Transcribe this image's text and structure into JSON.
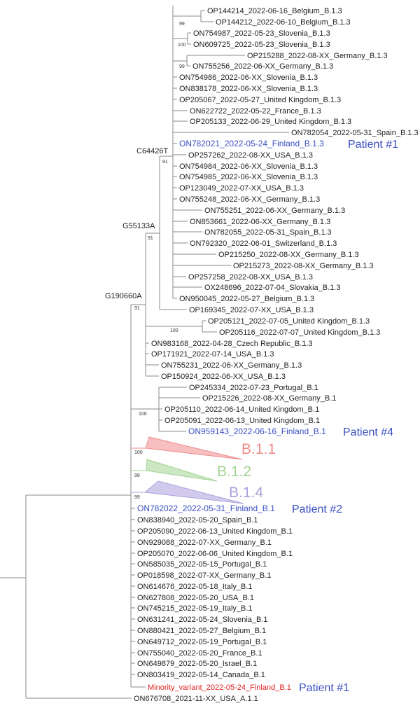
{
  "leaves": [
    "OP144214_2022-06-16_Belgium_B.1.3",
    "OP144212_2022-06-10_Belgium_B.1.3",
    "ON754987_2022-05-23_Slovenia_B.1.3",
    "ON609725_2022-05-23_Slovenia_B.1.3",
    "OP215288_2022-08-XX_Germany_B.1.3",
    "ON755256_2022-06-XX_Germany_B.1.3",
    "ON754986_2022-06-XX_Slovenia_B.1.3",
    "ON838178_2022-06-XX_Slovenia_B.1.3",
    "OP205067_2022-05-27_United Kingdom_B.1.3",
    "ON622722_2022-05-22_France_B.1.3",
    "OP205133_2022-06-29_United Kingdom_B.1.3",
    "ON782054_2022-05-31_Spain_B.1.3",
    "ON782021_2022-05-24_Finland_B.1.3",
    "OP257262_2022-08-XX_USA_B.1.3",
    "ON754984_2022-06-XX_Slovenia_B.1.3",
    "ON754985_2022-06-XX_Slovenia_B.1.3",
    "OP123049_2022-07-XX_USA_B.1.3",
    "ON755248_2022-06-XX_Germany_B.1.3",
    "ON755251_2022-06-XX_Germany_B.1.3",
    "ON853661_2022-06-XX_Germany_B.1.3",
    "ON782055_2022-05-31_Spain_B.1.3",
    "ON792320_2022-06-01_Switzerland_B.1.3",
    "OP215250_2022-08-XX_Germany_B.1.3",
    "OP215273_2022-08-XX_Germany_B.1.3",
    "OP257258_2022-08-XX_USA_B.1.3",
    "OX248696_2022-07-04_Slovakia_B.1.3",
    "ON950045_2022-05-27_Belgium_B.1.3",
    "OP169345_2022-07-XX_USA_B.1.3",
    "OP205121_2022-07-05_United Kingdom_B.1.3",
    "OP205116_2022-07-07_United Kingdom_B.1.3",
    "ON983168_2022-04-28_Czech Republic_B.1.3",
    "OP171921_2022-07-14_USA_B.1.3",
    "ON755231_2022-06-XX_Germany_B.1.3",
    "OP150924_2022-06-XX_USA_B.1.3",
    "OP245334_2022-07-23_Portugal_B.1",
    "OP215226_2022-08-XX_Germany_B.1",
    "OP205110_2022-06-14_United Kingdom_B.1",
    "OP205091_2022-06-13_United Kingdom_B.1",
    "ON959143_2022-06-16_Finland_B.1",
    "ON782022_2022-05-31_Finland_B.1",
    "ON838940_2022-05-20_Spain_B.1",
    "OP205090_2022-06-13_United Kingdom_B.1",
    "ON929088_2022-07-XX_Germany_B.1",
    "OP205070_2022-06-06_United Kingdom_B.1",
    "ON585035_2022-05-15_Portugal_B.1",
    "OP018598_2022-07-XX_Germany_B.1",
    "ON614676_2022-05-18_Italy_B.1",
    "ON627808_2022-05-20_USA_B.1",
    "ON745215_2022-05-19_Italy_B.1",
    "ON631241_2022-05-24_Slovenia_B.1",
    "ON880421_2022-05-27_Belgium_B.1",
    "ON649712_2022-05-19_Portugal_B.1",
    "ON755040_2022-05-20_France_B.1",
    "ON649879_2022-05-20_Israel_B.1",
    "ON803419_2022-05-14_Canada_B.1",
    "Minority_variant_2022-05-24_Finland_B.1",
    "ON676708_2021-11-XX_USA_A.1.1"
  ],
  "highlighted": [
    "ON782021_2022-05-24_Finland_B.1.3",
    "ON959143_2022-06-16_Finland_B.1",
    "ON782022_2022-05-31_Finland_B.1"
  ],
  "minority": "Minority_variant_2022-05-24_Finland_B.1",
  "patients": [
    "Patient #1",
    "Patient #4",
    "Patient #2",
    "Patient #1"
  ],
  "mutations": [
    "C64426T",
    "G55133A",
    "G190660A"
  ],
  "bootstrap": [
    "99",
    "100",
    "99",
    "91",
    "91",
    "91",
    "100",
    "100",
    "100",
    "99",
    "99"
  ],
  "collapsed_clades": [
    {
      "name": "B.1.1",
      "color": "#f08a8a"
    },
    {
      "name": "B.1.2",
      "color": "#a3d392"
    },
    {
      "name": "B.1.4",
      "color": "#ab9fdc"
    }
  ],
  "colors": {
    "highlight": "#3b4fc4",
    "minority": "#e32020",
    "branch": "#888888"
  }
}
